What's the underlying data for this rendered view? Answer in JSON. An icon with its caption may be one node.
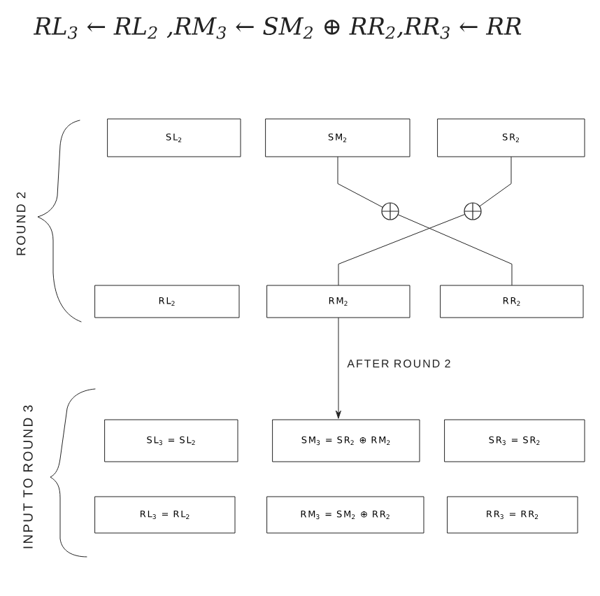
{
  "diagram": {
    "nodes": [
      {
        "text": [
          "SL$_{2}$"
        ]
      },
      {
        "text": [
          "SM$_{2}$"
        ]
      },
      {
        "text": [
          "SR$_{2}$"
        ]
      },
      {
        "text": [],
        "shape": "circle"
      },
      {
        "text": [],
        "shape": "circle"
      },
      {
        "text": [
          "RL$_{2}$"
        ]
      },
      {
        "text": [
          "RM$_{2}$"
        ]
      },
      {
        "text": [
          "RR$_{2}$"
        ]
      },
      {
        "text": [
          "SL$_{3}$ = SL$_{2}$"
        ]
      },
      {
        "text": [
          "SM$_{3}$ = SR$_{2}$ ⊕ RM$_{2}$"
        ]
      },
      {
        "text": [
          "SR$_{3}$ = SR$_{2}$"
        ]
      },
      {
        "text": [
          "RL$_{3}$ = RL$_{2}$"
        ]
      },
      {
        "text": [
          "RM$_{3}$ = SM$_{2}$ ⊕ RR$_{2}$"
        ]
      },
      {
        "text": [
          "RR$_{3}$ = RR$_{2}$"
        ]
      }
    ],
    "edges": [
      {
        "from": 1,
        "to": 3,
        "arrow": "none"
      },
      {
        "from": 2,
        "to": 4,
        "arrow": "none"
      },
      {
        "from": 3,
        "to": 7,
        "arrow": "none"
      },
      {
        "from": 4,
        "to": 6,
        "arrow": "none"
      },
      {
        "from": 6,
        "to": 9,
        "arrow": "to",
        "label": "AFTER ROUND 2"
      }
    ],
    "labels": [
      "RL$_{3}$ ← RL$_{2}$ ,RM$_{3}$ ← SM$_{2}$ ⊕ RR$_{2}$,RR$_{3}$ ← RR",
      "ROUND 2",
      "INPUT TO ROUND 3"
    ]
  }
}
